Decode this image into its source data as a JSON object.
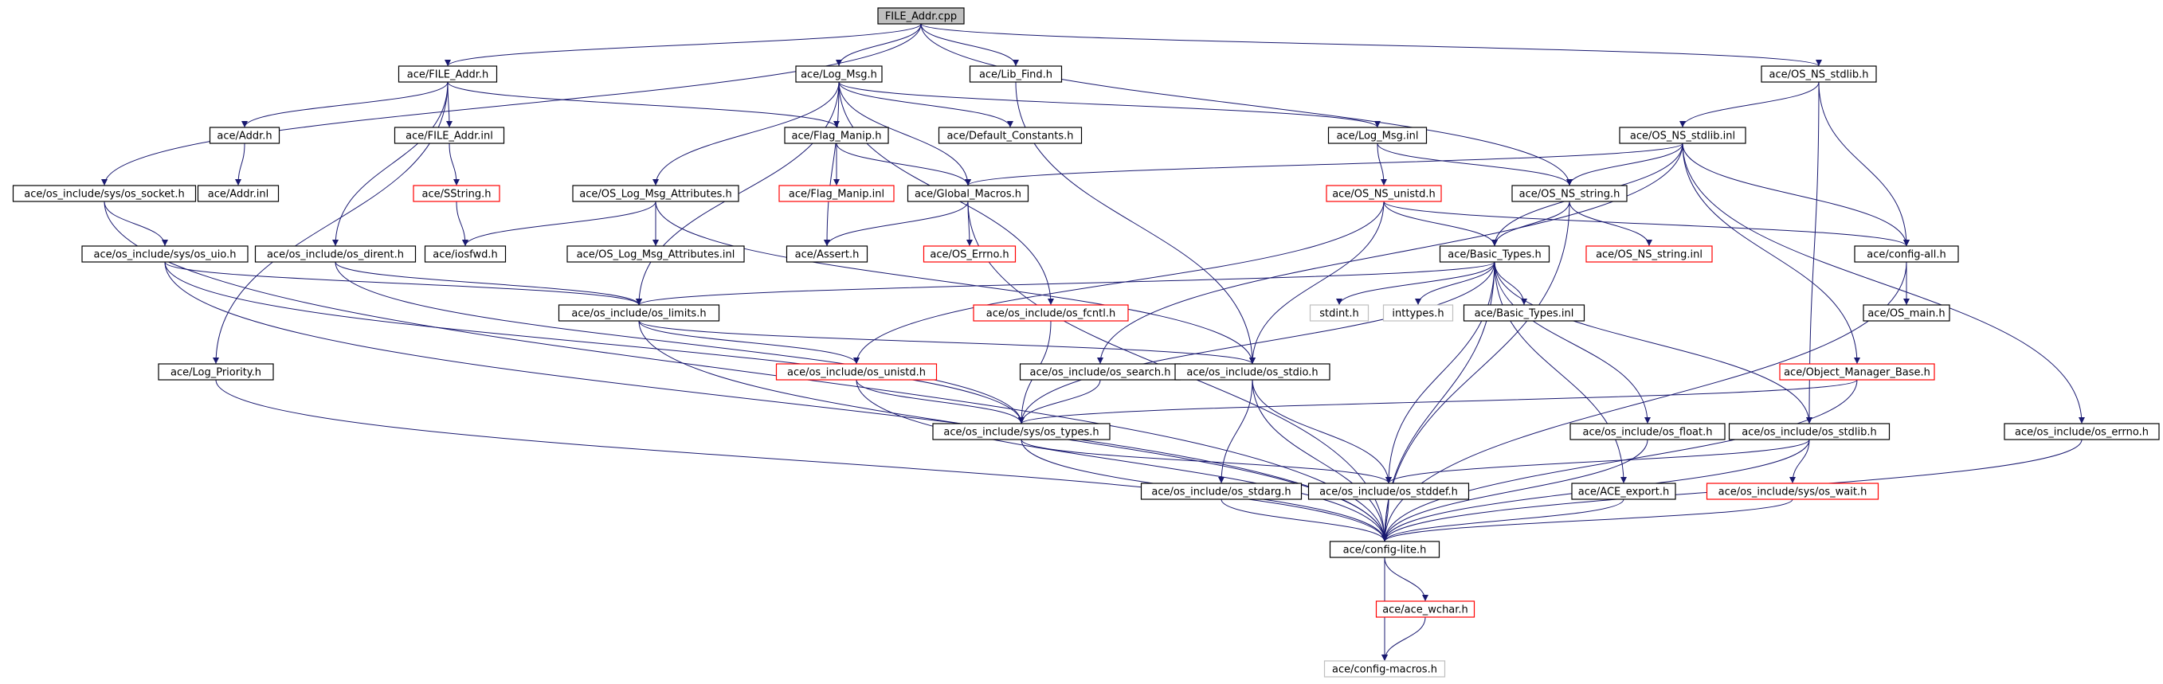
{
  "colors": {
    "edge": "#191970",
    "default_border": "#000000",
    "missing_border": "#ff0000",
    "external_border": "#bfbfbf",
    "root_fill": "#bfbfbf",
    "background": "#ffffff"
  },
  "graph": {
    "nodes": [
      {
        "id": "n_root",
        "label": "FILE_Addr.cpp",
        "style": "root"
      },
      {
        "id": "n_file_addr_h",
        "label": "ace/FILE_Addr.h",
        "style": "normal"
      },
      {
        "id": "n_log_msg_h",
        "label": "ace/Log_Msg.h",
        "style": "normal"
      },
      {
        "id": "n_lib_find_h",
        "label": "ace/Lib_Find.h",
        "style": "normal"
      },
      {
        "id": "n_os_ns_stdlib_h",
        "label": "ace/OS_NS_stdlib.h",
        "style": "normal"
      },
      {
        "id": "n_addr_h",
        "label": "ace/Addr.h",
        "style": "normal"
      },
      {
        "id": "n_file_addr_inl",
        "label": "ace/FILE_Addr.inl",
        "style": "normal"
      },
      {
        "id": "n_flag_manip_h",
        "label": "ace/Flag_Manip.h",
        "style": "normal"
      },
      {
        "id": "n_default_constants_h",
        "label": "ace/Default_Constants.h",
        "style": "normal"
      },
      {
        "id": "n_log_msg_inl",
        "label": "ace/Log_Msg.inl",
        "style": "normal"
      },
      {
        "id": "n_os_ns_stdlib_inl",
        "label": "ace/OS_NS_stdlib.inl",
        "style": "normal"
      },
      {
        "id": "n_os_socket_h",
        "label": "ace/os_include/sys/os_socket.h",
        "style": "normal"
      },
      {
        "id": "n_addr_inl",
        "label": "ace/Addr.inl",
        "style": "normal"
      },
      {
        "id": "n_sstring_h",
        "label": "ace/SString.h",
        "style": "missing"
      },
      {
        "id": "n_os_log_msg_attr_h",
        "label": "ace/OS_Log_Msg_Attributes.h",
        "style": "normal"
      },
      {
        "id": "n_flag_manip_inl",
        "label": "ace/Flag_Manip.inl",
        "style": "missing"
      },
      {
        "id": "n_global_macros_h",
        "label": "ace/Global_Macros.h",
        "style": "normal"
      },
      {
        "id": "n_os_ns_unistd_h",
        "label": "ace/OS_NS_unistd.h",
        "style": "missing"
      },
      {
        "id": "n_os_ns_string_h",
        "label": "ace/OS_NS_string.h",
        "style": "normal"
      },
      {
        "id": "n_os_uio_h",
        "label": "ace/os_include/sys/os_uio.h",
        "style": "normal"
      },
      {
        "id": "n_os_dirent_h",
        "label": "ace/os_include/os_dirent.h",
        "style": "normal"
      },
      {
        "id": "n_iosfwd_h",
        "label": "ace/iosfwd.h",
        "style": "normal"
      },
      {
        "id": "n_os_log_msg_attr_inl",
        "label": "ace/OS_Log_Msg_Attributes.inl",
        "style": "normal"
      },
      {
        "id": "n_assert_h",
        "label": "ace/Assert.h",
        "style": "normal"
      },
      {
        "id": "n_os_errno_h",
        "label": "ace/OS_Errno.h",
        "style": "missing"
      },
      {
        "id": "n_basic_types_h",
        "label": "ace/Basic_Types.h",
        "style": "normal"
      },
      {
        "id": "n_os_ns_string_inl",
        "label": "ace/OS_NS_string.inl",
        "style": "missing"
      },
      {
        "id": "n_config_all_h",
        "label": "ace/config-all.h",
        "style": "normal"
      },
      {
        "id": "n_os_limits_h",
        "label": "ace/os_include/os_limits.h",
        "style": "normal"
      },
      {
        "id": "n_os_fcntl_h",
        "label": "ace/os_include/os_fcntl.h",
        "style": "missing"
      },
      {
        "id": "n_stdint_h",
        "label": "stdint.h",
        "style": "external"
      },
      {
        "id": "n_inttypes_h",
        "label": "inttypes.h",
        "style": "external"
      },
      {
        "id": "n_basic_types_inl",
        "label": "ace/Basic_Types.inl",
        "style": "normal"
      },
      {
        "id": "n_os_main_h",
        "label": "ace/OS_main.h",
        "style": "normal"
      },
      {
        "id": "n_log_priority_h",
        "label": "ace/Log_Priority.h",
        "style": "normal"
      },
      {
        "id": "n_os_unistd_h",
        "label": "ace/os_include/os_unistd.h",
        "style": "missing"
      },
      {
        "id": "n_os_search_h",
        "label": "ace/os_include/os_search.h",
        "style": "normal"
      },
      {
        "id": "n_os_stdio_h",
        "label": "ace/os_include/os_stdio.h",
        "style": "normal"
      },
      {
        "id": "n_object_manager_base_h",
        "label": "ace/Object_Manager_Base.h",
        "style": "missing"
      },
      {
        "id": "n_os_types_h",
        "label": "ace/os_include/sys/os_types.h",
        "style": "normal"
      },
      {
        "id": "n_os_float_h",
        "label": "ace/os_include/os_float.h",
        "style": "normal"
      },
      {
        "id": "n_os_stdlib_h",
        "label": "ace/os_include/os_stdlib.h",
        "style": "normal"
      },
      {
        "id": "n_os_errno_inc_h",
        "label": "ace/os_include/os_errno.h",
        "style": "normal"
      },
      {
        "id": "n_os_stdarg_h",
        "label": "ace/os_include/os_stdarg.h",
        "style": "normal"
      },
      {
        "id": "n_os_stddef_h",
        "label": "ace/os_include/os_stddef.h",
        "style": "normal"
      },
      {
        "id": "n_ace_export_h",
        "label": "ace/ACE_export.h",
        "style": "normal"
      },
      {
        "id": "n_os_wait_h",
        "label": "ace/os_include/sys/os_wait.h",
        "style": "missing"
      },
      {
        "id": "n_config_lite_h",
        "label": "ace/config-lite.h",
        "style": "normal"
      },
      {
        "id": "n_ace_wchar_h",
        "label": "ace/ace_wchar.h",
        "style": "missing"
      },
      {
        "id": "n_config_macros_h",
        "label": "ace/config-macros.h",
        "style": "external"
      }
    ],
    "edges": [
      [
        "n_root",
        "n_file_addr_h"
      ],
      [
        "n_root",
        "n_log_msg_h"
      ],
      [
        "n_root",
        "n_lib_find_h"
      ],
      [
        "n_root",
        "n_os_ns_stdlib_h"
      ],
      [
        "n_root",
        "n_os_socket_h"
      ],
      [
        "n_root",
        "n_os_ns_string_h"
      ],
      [
        "n_file_addr_h",
        "n_addr_h"
      ],
      [
        "n_file_addr_h",
        "n_file_addr_inl"
      ],
      [
        "n_file_addr_h",
        "n_flag_manip_h"
      ],
      [
        "n_file_addr_h",
        "n_os_dirent_h"
      ],
      [
        "n_file_addr_h",
        "n_log_priority_h"
      ],
      [
        "n_addr_h",
        "n_addr_inl"
      ],
      [
        "n_file_addr_inl",
        "n_sstring_h"
      ],
      [
        "n_sstring_h",
        "n_iosfwd_h"
      ],
      [
        "n_log_msg_h",
        "n_default_constants_h"
      ],
      [
        "n_log_msg_h",
        "n_log_msg_inl"
      ],
      [
        "n_log_msg_h",
        "n_os_log_msg_attr_h"
      ],
      [
        "n_log_msg_h",
        "n_global_macros_h"
      ],
      [
        "n_log_msg_h",
        "n_assert_h"
      ],
      [
        "n_log_msg_h",
        "n_os_limits_h"
      ],
      [
        "n_log_msg_h",
        "n_os_fcntl_h"
      ],
      [
        "n_log_msg_inl",
        "n_os_ns_string_h"
      ],
      [
        "n_log_msg_inl",
        "n_os_ns_unistd_h"
      ],
      [
        "n_flag_manip_h",
        "n_flag_manip_inl"
      ],
      [
        "n_flag_manip_h",
        "n_global_macros_h"
      ],
      [
        "n_os_log_msg_attr_h",
        "n_iosfwd_h"
      ],
      [
        "n_os_log_msg_attr_h",
        "n_os_log_msg_attr_inl"
      ],
      [
        "n_os_log_msg_attr_h",
        "n_os_stdio_h"
      ],
      [
        "n_global_macros_h",
        "n_assert_h"
      ],
      [
        "n_global_macros_h",
        "n_os_errno_h"
      ],
      [
        "n_global_macros_h",
        "n_config_lite_h"
      ],
      [
        "n_lib_find_h",
        "n_os_stdio_h"
      ],
      [
        "n_os_ns_stdlib_h",
        "n_os_ns_stdlib_inl"
      ],
      [
        "n_os_ns_stdlib_h",
        "n_config_all_h"
      ],
      [
        "n_os_ns_stdlib_h",
        "n_os_stdlib_h"
      ],
      [
        "n_os_ns_stdlib_inl",
        "n_global_macros_h"
      ],
      [
        "n_os_ns_stdlib_inl",
        "n_os_ns_string_h"
      ],
      [
        "n_os_ns_stdlib_inl",
        "n_basic_types_h"
      ],
      [
        "n_os_ns_stdlib_inl",
        "n_config_all_h"
      ],
      [
        "n_os_ns_stdlib_inl",
        "n_object_manager_base_h"
      ],
      [
        "n_os_ns_stdlib_inl",
        "n_os_errno_inc_h"
      ],
      [
        "n_os_ns_stdlib_inl",
        "n_os_search_h"
      ],
      [
        "n_os_ns_unistd_h",
        "n_basic_types_h"
      ],
      [
        "n_os_ns_unistd_h",
        "n_config_all_h"
      ],
      [
        "n_os_ns_unistd_h",
        "n_os_unistd_h"
      ],
      [
        "n_os_ns_unistd_h",
        "n_os_stdio_h"
      ],
      [
        "n_os_ns_string_h",
        "n_basic_types_h"
      ],
      [
        "n_os_ns_string_h",
        "n_os_ns_string_inl"
      ],
      [
        "n_os_ns_string_h",
        "n_config_lite_h"
      ],
      [
        "n_os_socket_h",
        "n_os_uio_h"
      ],
      [
        "n_os_socket_h",
        "n_config_lite_h"
      ],
      [
        "n_os_uio_h",
        "n_os_limits_h"
      ],
      [
        "n_os_uio_h",
        "n_os_types_h"
      ],
      [
        "n_os_uio_h",
        "n_config_lite_h"
      ],
      [
        "n_os_dirent_h",
        "n_os_limits_h"
      ],
      [
        "n_os_dirent_h",
        "n_os_types_h"
      ],
      [
        "n_basic_types_h",
        "n_os_limits_h"
      ],
      [
        "n_basic_types_h",
        "n_stdint_h"
      ],
      [
        "n_basic_types_h",
        "n_inttypes_h"
      ],
      [
        "n_basic_types_h",
        "n_basic_types_inl"
      ],
      [
        "n_basic_types_h",
        "n_os_float_h"
      ],
      [
        "n_basic_types_h",
        "n_os_stdlib_h"
      ],
      [
        "n_basic_types_h",
        "n_ace_export_h"
      ],
      [
        "n_basic_types_h",
        "n_os_stddef_h"
      ],
      [
        "n_basic_types_h",
        "n_config_lite_h"
      ],
      [
        "n_basic_types_h",
        "n_os_types_h"
      ],
      [
        "n_config_all_h",
        "n_os_main_h"
      ],
      [
        "n_config_all_h",
        "n_config_lite_h"
      ],
      [
        "n_os_limits_h",
        "n_os_unistd_h"
      ],
      [
        "n_os_limits_h",
        "n_os_stdio_h"
      ],
      [
        "n_os_limits_h",
        "n_config_lite_h"
      ],
      [
        "n_os_fcntl_h",
        "n_os_types_h"
      ],
      [
        "n_log_priority_h",
        "n_config_lite_h"
      ],
      [
        "n_os_unistd_h",
        "n_os_types_h"
      ],
      [
        "n_os_unistd_h",
        "n_config_lite_h"
      ],
      [
        "n_os_search_h",
        "n_os_types_h"
      ],
      [
        "n_os_stdio_h",
        "n_os_stdarg_h"
      ],
      [
        "n_os_stdio_h",
        "n_os_stddef_h"
      ],
      [
        "n_os_stdio_h",
        "n_config_lite_h"
      ],
      [
        "n_object_manager_base_h",
        "n_os_types_h"
      ],
      [
        "n_object_manager_base_h",
        "n_config_lite_h"
      ],
      [
        "n_os_types_h",
        "n_os_stddef_h"
      ],
      [
        "n_os_types_h",
        "n_config_lite_h"
      ],
      [
        "n_os_float_h",
        "n_config_lite_h"
      ],
      [
        "n_os_stdlib_h",
        "n_os_stddef_h"
      ],
      [
        "n_os_stdlib_h",
        "n_os_wait_h"
      ],
      [
        "n_os_stdlib_h",
        "n_config_lite_h"
      ],
      [
        "n_os_errno_inc_h",
        "n_config_lite_h"
      ],
      [
        "n_os_stdarg_h",
        "n_config_lite_h"
      ],
      [
        "n_os_stddef_h",
        "n_config_lite_h"
      ],
      [
        "n_ace_export_h",
        "n_config_lite_h"
      ],
      [
        "n_os_wait_h",
        "n_config_lite_h"
      ],
      [
        "n_config_lite_h",
        "n_ace_wchar_h"
      ],
      [
        "n_config_lite_h",
        "n_config_macros_h"
      ],
      [
        "n_ace_wchar_h",
        "n_config_macros_h"
      ]
    ]
  }
}
